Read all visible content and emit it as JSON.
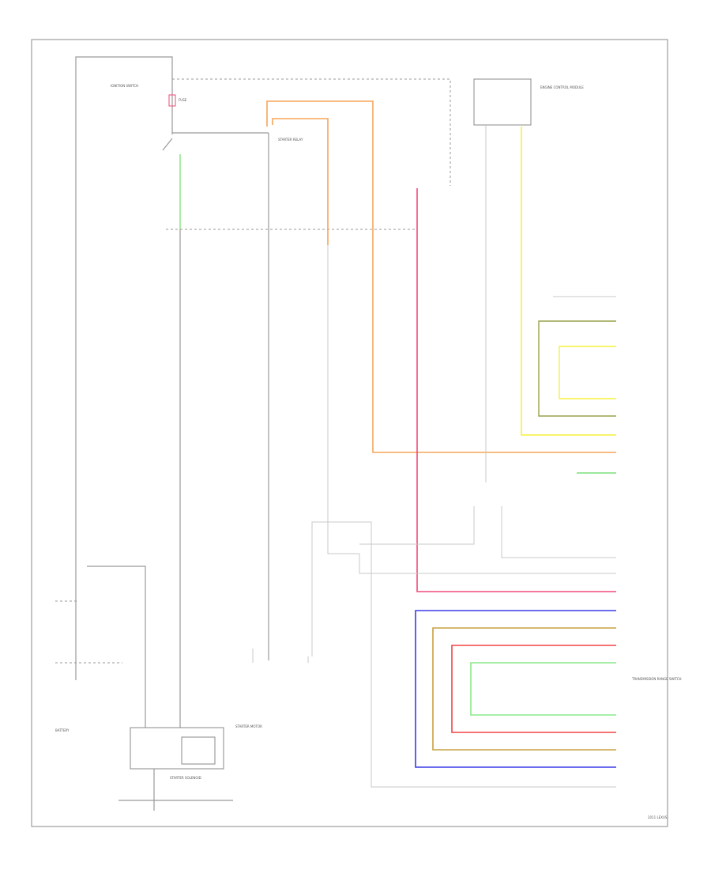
{
  "colors": {
    "orange": "#f5a55a",
    "pink": "#f24a7a",
    "green": "#7de07a",
    "yellow": "#f6f23a",
    "olive": "#9aa24a",
    "blue": "#3a3ae8",
    "tan": "#c8a040",
    "red": "#f04444",
    "light_green": "#8ce88c",
    "gray": "#9a9a9a"
  },
  "icons": [
    "ground-icon",
    "switch-icon",
    "fuse-icon",
    "relay-icon",
    "connector-arrow-icon"
  ],
  "labels": {
    "ignition_switch": "IGNITION SWITCH",
    "fuse": "FUSE",
    "starter_relay": "STARTER RELAY",
    "battery": "BATTERY",
    "starter_solenoid": "STARTER SOLENOID",
    "starter_motor": "STARTER MOTOR",
    "engine_control_module": "ENGINE CONTROL MODULE",
    "transmission_range_switch": "TRANSMISSION RANGE SWITCH",
    "bottom_caption": "2011 LEXUS"
  }
}
